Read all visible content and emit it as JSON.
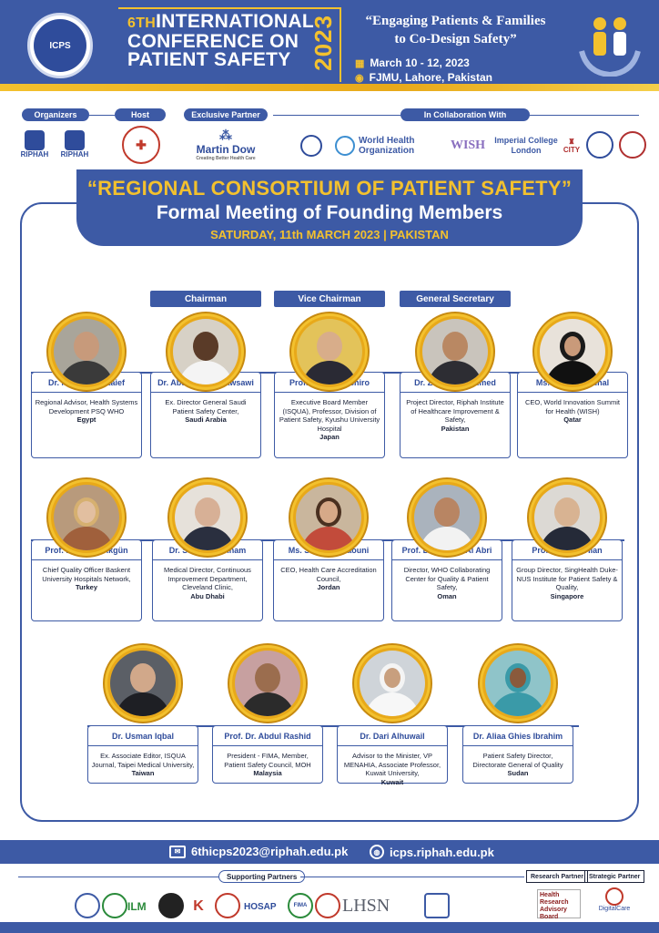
{
  "header": {
    "logo_text": "ICPS",
    "conference_edition": "6TH",
    "conference_title_line1": "INTERNATIONAL",
    "conference_title_line2": "CONFERENCE ON",
    "conference_title_line3": "PATIENT SAFETY",
    "conference_year": "2023",
    "tagline_line1": "“Engaging Patients & Families",
    "tagline_line2": "to Co-Design Safety”",
    "dates": "March 10 - 12, 2023",
    "venue": "FJMU, Lahore, Pakistan"
  },
  "partners": {
    "organizers_label": "Organizers",
    "host_label": "Host",
    "exclusive_label": "Exclusive Partner",
    "collab_label": "In Collaboration With",
    "organizer_logos": [
      "RIPHAH",
      "RIPHAH"
    ],
    "exclusive_partner": "Martin Dow",
    "exclusive_partner_tag": "Creating Better Health Care",
    "collab_logos": [
      "World Health Organization",
      "WISH",
      "Imperial College London",
      "CITY"
    ]
  },
  "banner": {
    "title": "“REGIONAL CONSORTIUM OF PATIENT SAFETY”",
    "subtitle": "Formal Meeting of Founding Members",
    "date_line": "SATURDAY, 11th MARCH 2023 | PAKISTAN"
  },
  "roles": {
    "chairman": "Chairman",
    "vice_chairman": "Vice Chairman",
    "general_secretary": "General Secretary"
  },
  "members_row1": [
    {
      "name": "Dr. Mondher Letaief",
      "desc": "Regional Advisor, Health Systems Development PSQ WHO",
      "country": "Egypt"
    },
    {
      "name": "Dr. Abdulelah Alhawsawi",
      "desc": "Ex. Director General Saudi Patient Safety Center,",
      "country": "Saudi Arabia"
    },
    {
      "name": "Prof. Dr. Shin Ushiro",
      "desc": "Executive Board Member (ISQUA), Professor, Division of Patient Safety, Kyushu University Hospital",
      "country": "Japan"
    },
    {
      "name": "Dr. Zakiuddin Ahmed",
      "desc": "Project Director, Riphah Institute of Healthcare Improvement & Safety,",
      "country": "Pakistan"
    },
    {
      "name": "Ms. Sultana Afdhal",
      "desc": "CEO, World Innovation Summit for Health (WISH)",
      "country": "Qatar"
    }
  ],
  "members_row2": [
    {
      "name": "Prof. Dr. Seval Akgün",
      "desc": "Chief Quality Officer Baskent University Hospitals Network,",
      "country": "Turkey"
    },
    {
      "name": "Dr. Samer Ellahham",
      "desc": "Medical Director, Continuous Improvement Department, Cleveland Clinic,",
      "country": "Abu Dhabi"
    },
    {
      "name": "Ms. Salma W. Jaouni",
      "desc": "CEO, Health Care Accreditation Council,",
      "country": "Jordan"
    },
    {
      "name": "Prof. Dr. Rashid Al Abri",
      "desc": "Director, WHO Collaborating Center for Quality & Patient Safety,",
      "country": "Oman"
    },
    {
      "name": "Prof Tan Kok Hian",
      "desc": "Group Director, SingHealth Duke-NUS Institute for Patient Safety & Quality,",
      "country": "Singapore"
    }
  ],
  "members_row3": [
    {
      "name": "Dr. Usman Iqbal",
      "desc": "Ex. Associate Editor, ISQUA Journal, Taipei Medical University,",
      "country": "Taiwan"
    },
    {
      "name": "Prof. Dr. Abdul Rashid",
      "desc": "President - FIMA, Member, Patient Safety Council, MOH",
      "country": "Malaysia"
    },
    {
      "name": "Dr. Dari Alhuwail",
      "desc": "Advisor to the Minister, VP MENAHIA, Associate Professor, Kuwait University,",
      "country": "Kuwait"
    },
    {
      "name": "Dr. Aliaa Ghies Ibrahim",
      "desc": "Patient Safety Director, Directorate General of Quality",
      "country": "Sudan"
    }
  ],
  "footer": {
    "email": "6thicps2023@riphah.edu.pk",
    "website": "icps.riphah.edu.pk",
    "supporting_label": "Supporting Partners",
    "research_label": "Research Partner",
    "strategic_label": "Strategic Partner",
    "supporting_logos": [
      "ILM",
      "K",
      "HOSAP",
      "FIMA",
      "LHSN"
    ],
    "research_partner": "Health Research Advisory Board",
    "strategic_partner": "DigitalCare"
  },
  "colors": {
    "primary": "#3d5aa5",
    "gold": "#f3c12e"
  }
}
